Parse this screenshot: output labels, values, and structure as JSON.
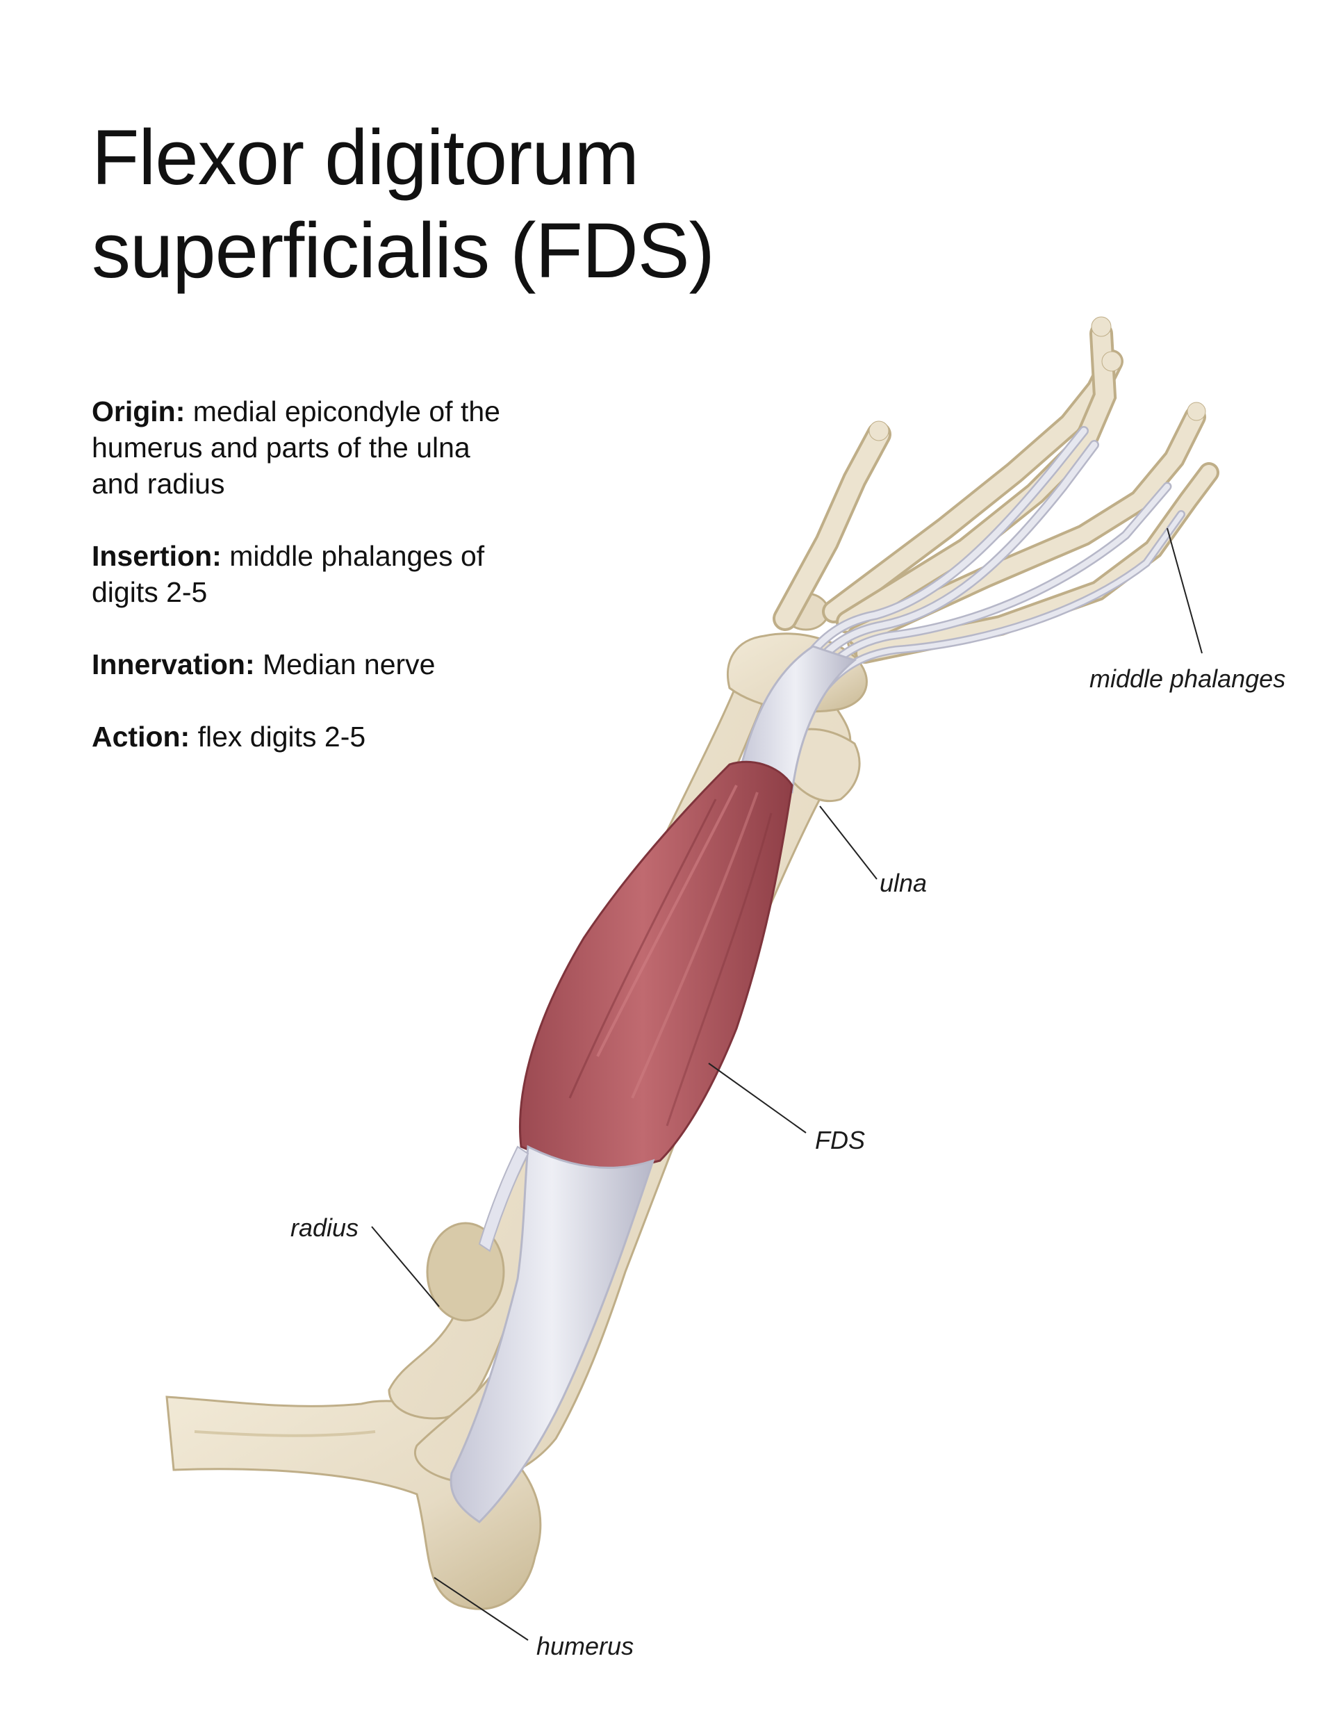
{
  "title": {
    "line1": "Flexor digitorum",
    "line2": "superficialis (FDS)"
  },
  "facts": [
    {
      "key": "Origin:",
      "value": "medial epicondyle of the humerus and parts of the ulna and radius"
    },
    {
      "key": "Insertion:",
      "value": "middle phalanges of digits 2-5"
    },
    {
      "key": "Innervation:",
      "value": "Median nerve"
    },
    {
      "key": "Action:",
      "value": "flex digits 2-5"
    }
  ],
  "labels": {
    "middle_phalanges": "middle phalanges",
    "ulna": "ulna",
    "fds": "FDS",
    "radius": "radius",
    "humerus": "humerus"
  },
  "colors": {
    "bone": "#e6dbc4",
    "bone_shade": "#c9b994",
    "muscle": "#b35d63",
    "muscle_dark": "#8f3f47",
    "tendon": "#dfe0ea",
    "tendon_shade": "#b6b7c8"
  }
}
